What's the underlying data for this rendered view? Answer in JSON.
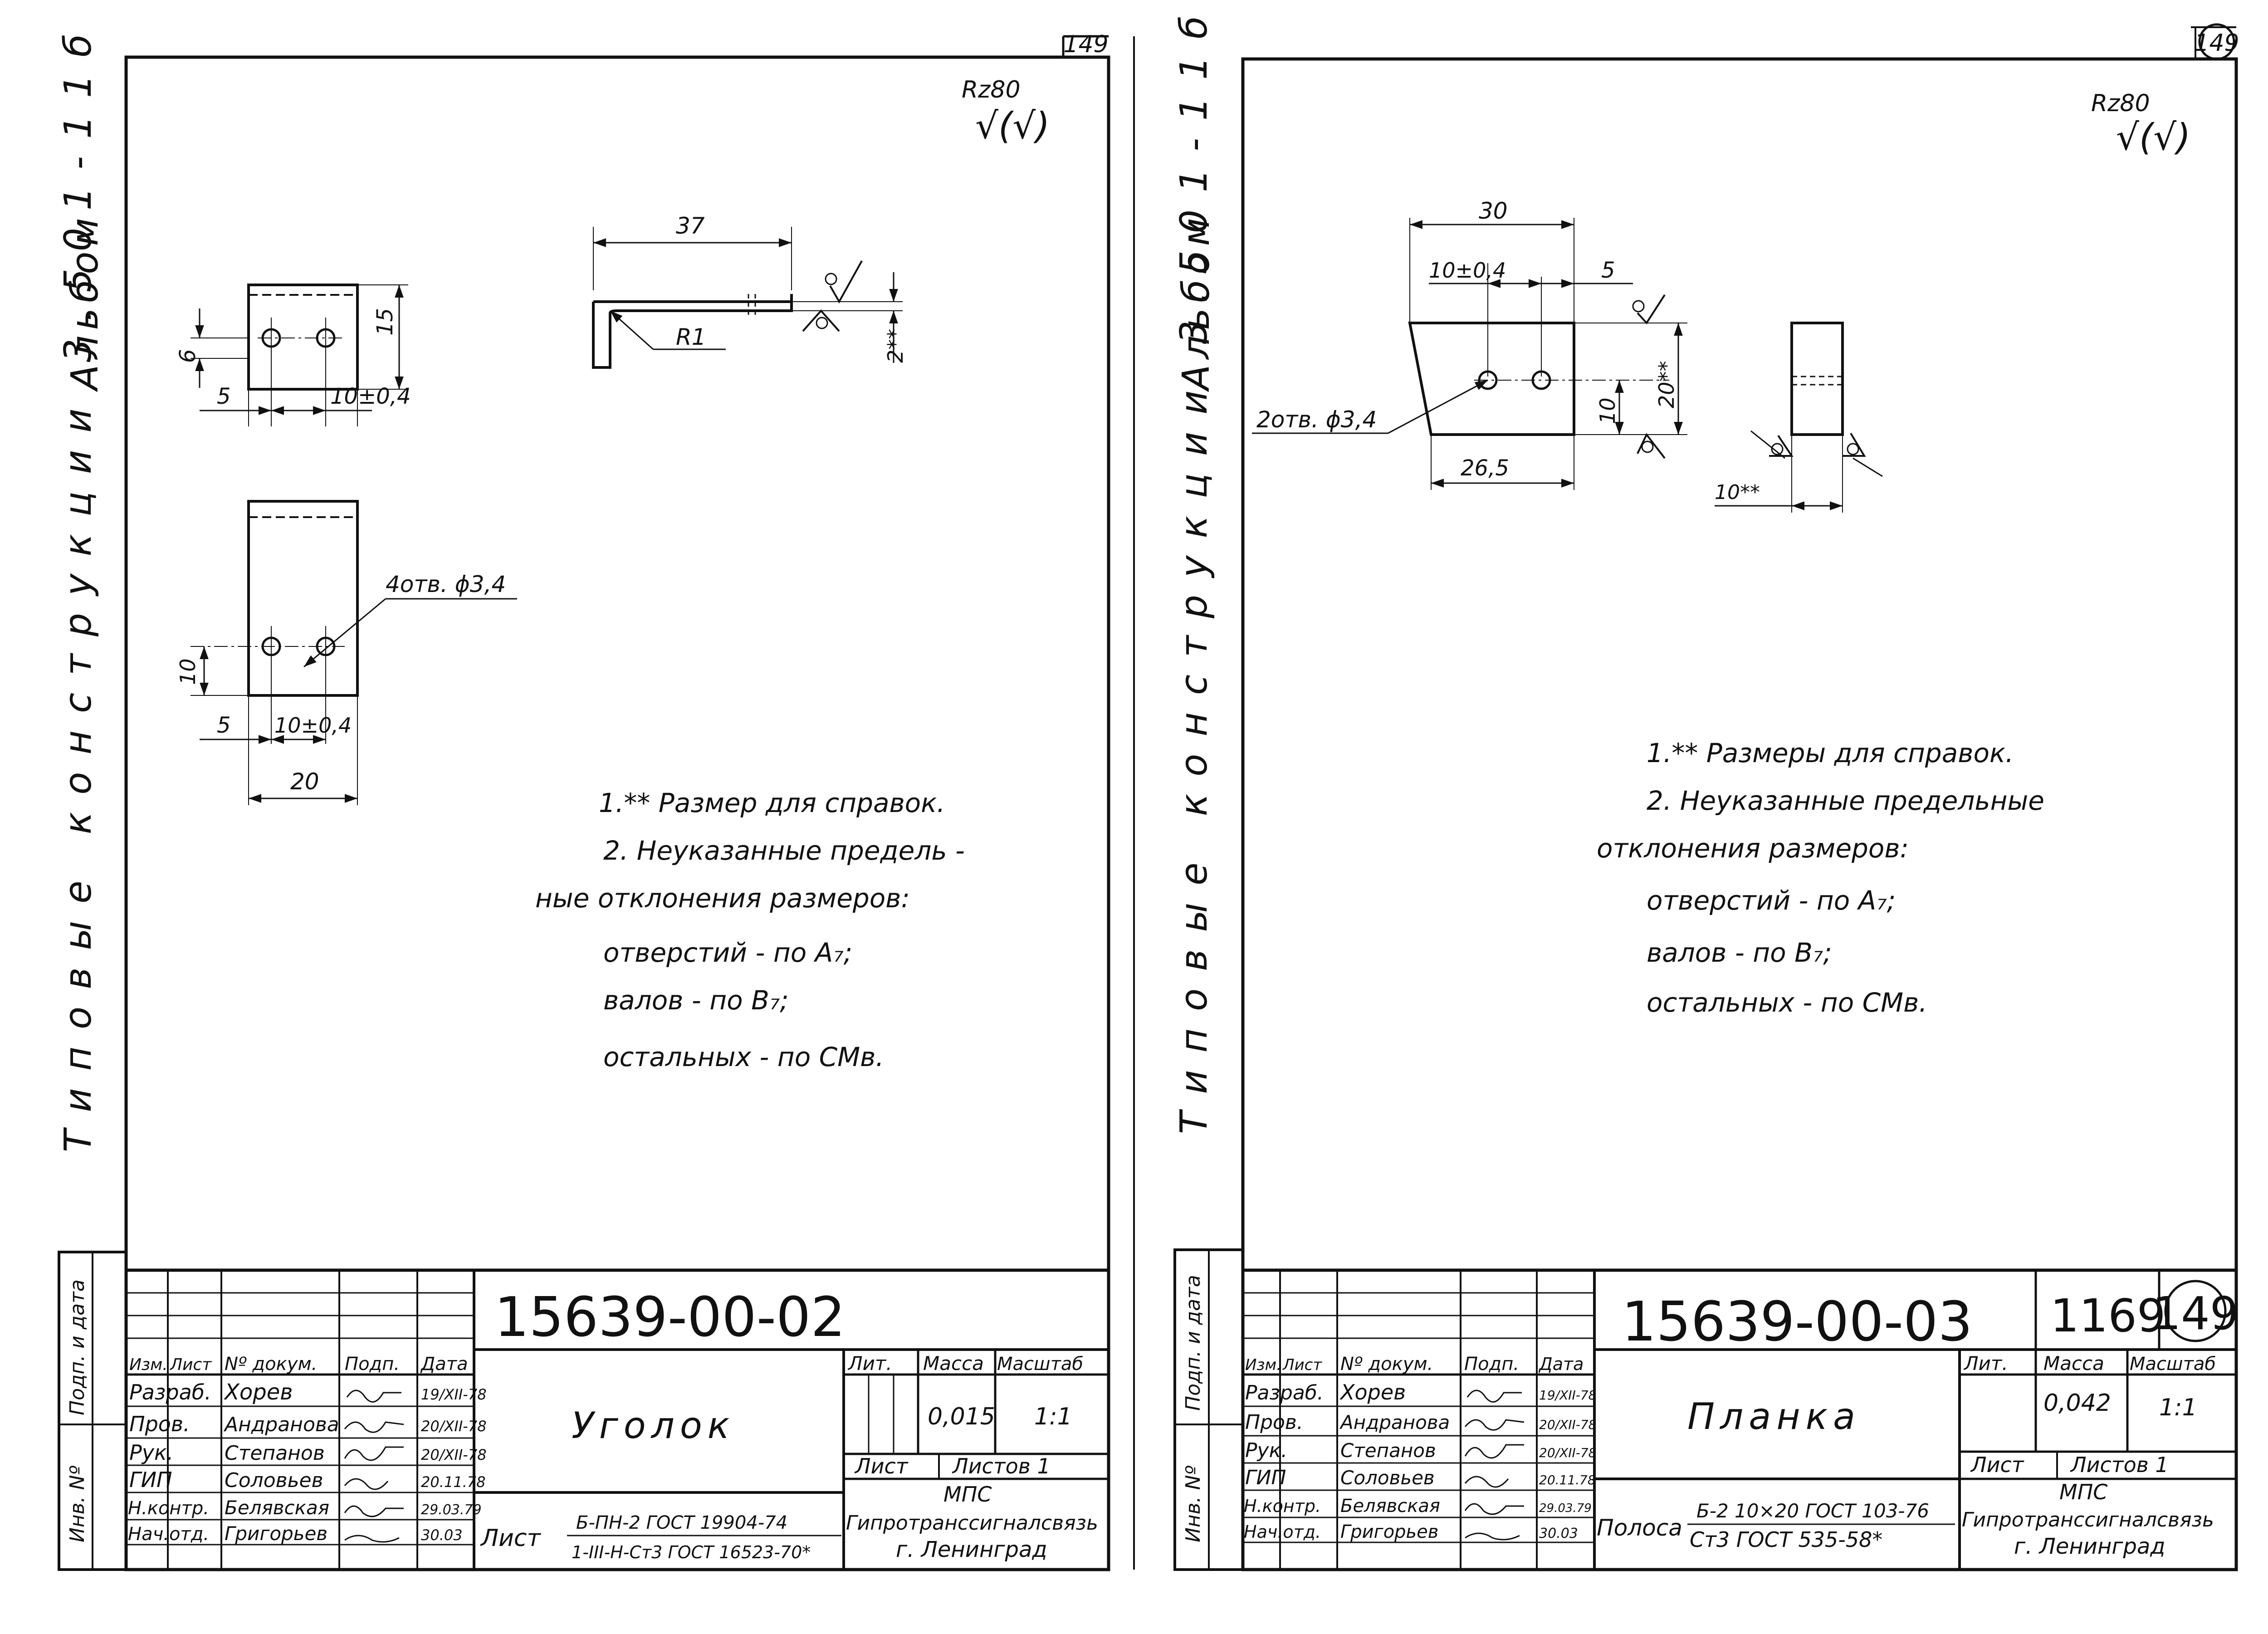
{
  "sheet_numbers": {
    "left_corner": "149",
    "right_corner": "149",
    "right_stamp": "1169"
  },
  "roughness": {
    "label": "Rz80",
    "symbol": "√(√)"
  },
  "left_sheet": {
    "side_text": {
      "album": "Альбом",
      "series": "Типовые конструкции 3.501-11б"
    },
    "dims": {
      "d37": "37",
      "r1": "R1",
      "d2": "2**",
      "d6": "6",
      "d15": "15",
      "d5a": "5",
      "d10a": "10±0,4",
      "holes": "4отв. ϕ3,4",
      "d10b": "10",
      "d5b": "5",
      "d10c": "10±0,4",
      "d20": "20"
    },
    "notes": [
      "1.** Размер для справок.",
      "2. Неуказанные предель -",
      "ные отклонения размеров:",
      "отверстий - по A₇;",
      "валов - по B₇;",
      "остальных - по СМв."
    ],
    "title_block": {
      "doc_number": "15639-00-02",
      "name": "Уголок",
      "col_headers": [
        "Изм.",
        "Лист",
        "Nº докум.",
        "Подп.",
        "Дата"
      ],
      "roles": [
        "Разраб.",
        "Пров.",
        "Рук.",
        "ГИП",
        "Н.контр.",
        "Нач.отд."
      ],
      "names": [
        "Хорев",
        "Андранова",
        "Степанов",
        "Соловьев",
        "Белявская",
        "Григорьев"
      ],
      "dates": [
        "19/XII-78",
        "20/XII-78",
        "20/XII-78",
        "20.11.78",
        "29.03.79",
        "30.03"
      ],
      "lit_label": "Лит.",
      "mass_label": "Масса",
      "scale_label": "Масштаб",
      "mass": "0,015",
      "scale": "1:1",
      "sheet_label": "Лист",
      "sheets_label": "Листов 1",
      "material_prefix": "Лист",
      "material_top": "Б-ПН-2 ГОСТ 19904-74",
      "material_bottom": "1-III-Н-Ст3 ГОСТ 16523-70*",
      "org1": "МПС",
      "org2": "Гипротранссигналсвязь",
      "org3": "г. Ленинград",
      "side_stamp": [
        "Подп. и дата",
        "Инв. Nº"
      ]
    }
  },
  "right_sheet": {
    "side_text": {
      "album": "Альбом",
      "series": "Типовые конструкции 3.501-11б"
    },
    "dims": {
      "d30": "30",
      "d10a": "10±0,4",
      "d5": "5",
      "holes": "2отв. ϕ3,4",
      "d10b": "10",
      "d20": "20**",
      "d26": "26,5",
      "d10c": "10**"
    },
    "notes": [
      "1.** Размеры для справок.",
      "2. Неуказанные предельные",
      "отклонения размеров:",
      "отверстий - по A₇;",
      "валов - по B₇;",
      "остальных - по СМв."
    ],
    "title_block": {
      "doc_number": "15639-00-03",
      "name": "Планка",
      "col_headers": [
        "Изм.",
        "Лист",
        "Nº докум.",
        "Подп.",
        "Дата"
      ],
      "roles": [
        "Разраб.",
        "Пров.",
        "Рук.",
        "ГИП",
        "Н.контр.",
        "Нач.отд."
      ],
      "names": [
        "Хорев",
        "Андранова",
        "Степанов",
        "Соловьев",
        "Белявская",
        "Григорьев"
      ],
      "dates": [
        "19/XII-78",
        "20/XII-78",
        "20/XII-78",
        "20.11.78",
        "29.03.79",
        "30.03"
      ],
      "lit_label": "Лит.",
      "mass_label": "Масса",
      "scale_label": "Масштаб",
      "mass": "0,042",
      "scale": "1:1",
      "sheet_label": "Лист",
      "sheets_label": "Листов 1",
      "material_prefix": "Полоса",
      "material_top": "Б-2 10×20 ГОСТ 103-76",
      "material_bottom": "Ст3 ГОСТ 535-58*",
      "org1": "МПС",
      "org2": "Гипротранссигналсвязь",
      "org3": "г. Ленинград",
      "side_stamp": [
        "Подп. и дата",
        "Инв. Nº"
      ]
    }
  }
}
